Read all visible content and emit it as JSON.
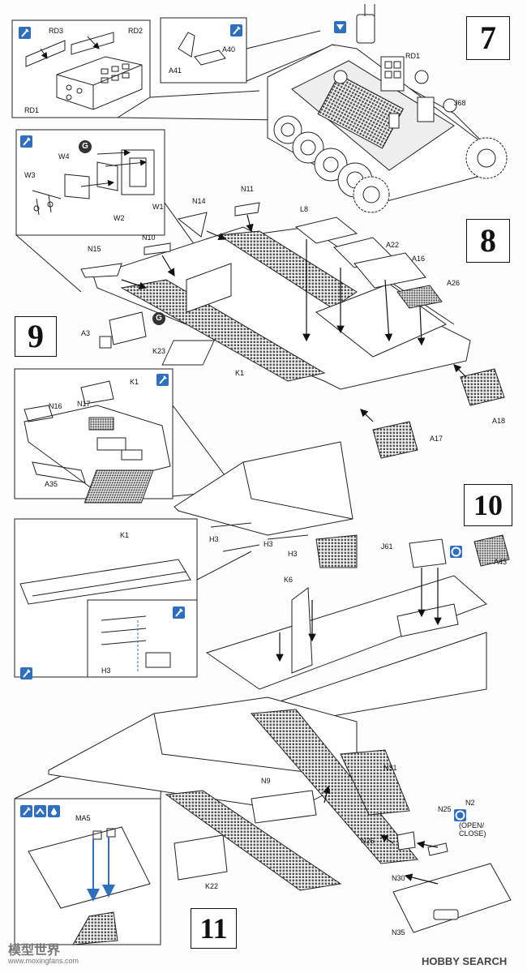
{
  "steps": {
    "s7": "7",
    "s8": "8",
    "s9": "9",
    "s10": "10",
    "s11": "11"
  },
  "parts": {
    "rd3": "RD3",
    "rd2": "RD2",
    "rd1a": "RD1",
    "rd1b": "RD1",
    "a40": "A40",
    "a41": "A41",
    "j68": "J68",
    "w1": "W1",
    "w2": "W2",
    "w3": "W3",
    "w4": "W4",
    "n14": "N14",
    "n11": "N11",
    "n10": "N10",
    "n15": "N15",
    "l8": "L8",
    "a22": "A22",
    "a16": "A16",
    "a26": "A26",
    "a3": "A3",
    "k23": "K23",
    "k1a": "K1",
    "k1b": "K1",
    "k1c": "K1",
    "a18": "A18",
    "a17": "A17",
    "n16": "N16",
    "n17": "N17",
    "a35": "A35",
    "h3a": "H3",
    "h3b": "H3",
    "h3c": "H3",
    "h3d": "H3",
    "j61": "J61",
    "a43": "A43",
    "k6": "K6",
    "n9": "N9",
    "n31": "N31",
    "ma5": "MA5",
    "n25": "N25",
    "n2": "N2",
    "n26": "N26",
    "n30": "N30",
    "k22": "K22",
    "n35": "N35"
  },
  "notes": {
    "open": "(OPEN/",
    "close": "CLOSE)"
  },
  "icons": {
    "g1": "G",
    "g2": "G"
  },
  "footer": {
    "watermark": "模型世界",
    "site": "www.moxingfans.com",
    "brand": "HOBBY SEARCH"
  },
  "colors": {
    "icon_blue": "#2f6fc0",
    "line": "#222222",
    "grate": "#555555"
  }
}
